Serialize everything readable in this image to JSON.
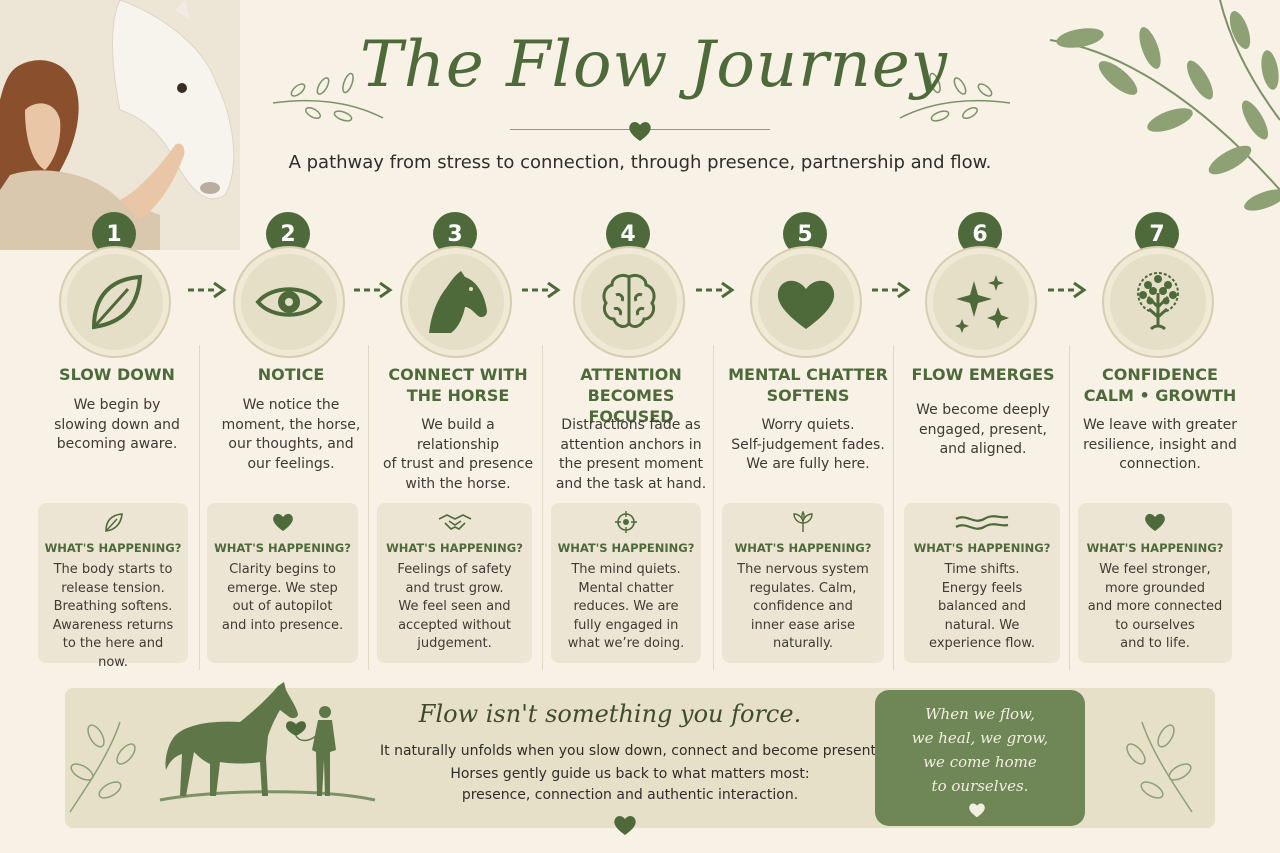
{
  "header": {
    "title": "The Flow Journey",
    "subtitle": "A pathway from stress to connection, through presence, partnership and flow."
  },
  "box_heading": "WHAT'S HAPPENING?",
  "steps": [
    {
      "number": "1",
      "icon": "leaf-icon",
      "title": [
        "SLOW DOWN"
      ],
      "desc": [
        "We begin by",
        "slowing down and",
        "becoming aware."
      ],
      "box_icon": "leaf-outline-icon",
      "box_text": [
        "The body starts to",
        "release tension.",
        "Breathing softens.",
        "Awareness returns",
        "to the here and now."
      ]
    },
    {
      "number": "2",
      "icon": "eye-icon",
      "title": [
        "NOTICE"
      ],
      "desc": [
        "We notice the",
        "moment, the horse,",
        "our thoughts, and",
        "our feelings."
      ],
      "box_icon": "heart-icon",
      "box_text": [
        "Clarity begins to",
        "emerge. We step",
        "out of autopilot",
        "and into presence."
      ]
    },
    {
      "number": "3",
      "icon": "horse-head-icon",
      "title": [
        "CONNECT WITH",
        "THE HORSE"
      ],
      "desc": [
        "We build a relationship",
        "of trust and presence",
        "with the horse."
      ],
      "box_icon": "handshake-icon",
      "box_text": [
        "Feelings of safety",
        "and trust grow.",
        "We feel seen and",
        "accepted without",
        "judgement."
      ]
    },
    {
      "number": "4",
      "icon": "brain-icon",
      "title": [
        "ATTENTION",
        "BECOMES FOCUSED"
      ],
      "desc": [
        "Distractions fade as",
        "attention anchors in",
        "the present moment",
        "and the task at hand."
      ],
      "box_icon": "target-icon",
      "box_text": [
        "The mind quiets.",
        "Mental chatter",
        "reduces. We are",
        "fully engaged in",
        "what we’re doing."
      ]
    },
    {
      "number": "5",
      "icon": "heart-icon",
      "title": [
        "MENTAL CHATTER",
        "SOFTENS"
      ],
      "desc": [
        "Worry quiets.",
        "Self-judgement fades.",
        "We are fully here."
      ],
      "box_icon": "sprout-icon",
      "box_text": [
        "The nervous system",
        "regulates. Calm,",
        "confidence and",
        "inner ease arise",
        "naturally."
      ]
    },
    {
      "number": "6",
      "icon": "sparkles-icon",
      "title": [
        "FLOW EMERGES"
      ],
      "desc": [
        "We become deeply",
        "engaged, present,",
        "and aligned."
      ],
      "box_icon": "wave-icon",
      "box_text": [
        "Time shifts.",
        "Energy feels",
        "balanced and",
        "natural. We",
        "experience flow."
      ]
    },
    {
      "number": "7",
      "icon": "tree-icon",
      "title": [
        "CONFIDENCE",
        "CALM • GROWTH"
      ],
      "desc": [
        "We leave with greater",
        "resilience, insight and",
        "connection."
      ],
      "box_icon": "heart-icon",
      "box_text": [
        "We feel stronger,",
        "more grounded",
        "and more connected",
        "to ourselves",
        "and to life."
      ]
    }
  ],
  "banner": {
    "quote": "Flow isn't something you force.",
    "lines": [
      "It naturally unfolds when you slow down, connect and become present.",
      "Horses gently guide us back to what matters most:",
      "presence, connection and authentic interaction."
    ],
    "card_lines": [
      "When we flow,",
      "we heal, we grow,",
      "we come home",
      "to ourselves."
    ]
  },
  "colors": {
    "accent": "#4e6a3a",
    "background": "#f7f1e6",
    "circle": "#e6dfc8",
    "box": "#ede5d3",
    "card": "#6f8656"
  }
}
